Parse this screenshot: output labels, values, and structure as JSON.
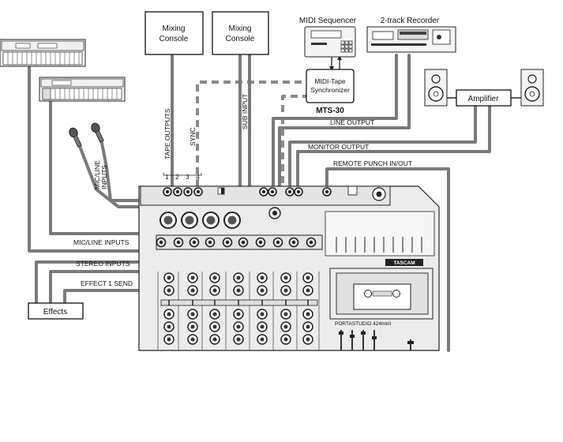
{
  "boxes": {
    "mixing_console_1": "Mixing\nConsole",
    "mixing_console_2": "Mixing\nConsole",
    "midi_tape_sync": "MIDI-Tape\nSynchronizer",
    "amplifier": "Amplifier",
    "effects": "Effects"
  },
  "devices": {
    "midi_sequencer": "MIDI Sequencer",
    "two_track_recorder": "2-track Recorder",
    "mts": "MTS-30",
    "brand": "TASCAM",
    "model": "PORTASTUDIO 424mkII"
  },
  "labels": {
    "tape_outputs": "TAPE OUTPUTS",
    "sync": "SYNC",
    "sub_input": "SUB INPUT",
    "mic_line_inputs_vertical": "MIC/LINE\nINPUTS",
    "line_output": "LINE OUTPUT",
    "monitor_output": "MONITOR OUTPUT",
    "remote_punch": "REMOTE PUNCH IN/OUT",
    "mic_line_inputs": "MIC/LINE INPUTS",
    "stereo_inputs": "STEREO INPUTS",
    "effect_1_send": "EFFECT 1 SEND",
    "tape_out_numbers": [
      "1",
      "2",
      "3",
      "4"
    ]
  }
}
